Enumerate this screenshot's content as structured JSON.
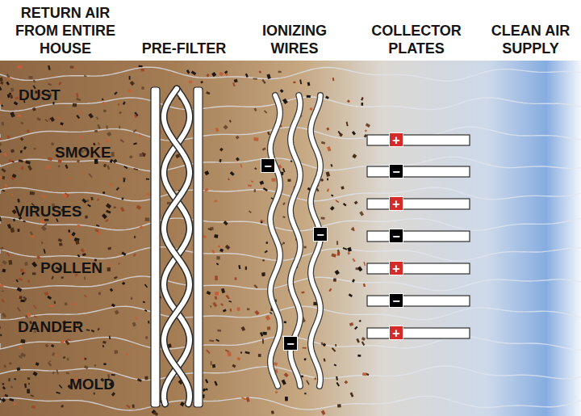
{
  "diagram": {
    "labels": [
      "RETURN AIR FROM ENTIRE HOUSE",
      "PRE-FILTER",
      "IONIZING WIRES",
      "COLLECTOR PLATES",
      "CLEAN AIR SUPPLY",
      "DUST",
      "SMOKE",
      "VIRUSES",
      "POLLEN",
      "DANDER",
      "MOLD",
      "−",
      "−",
      "−",
      "+",
      "−",
      "+",
      "−",
      "+",
      "−",
      "+"
    ]
  }
}
